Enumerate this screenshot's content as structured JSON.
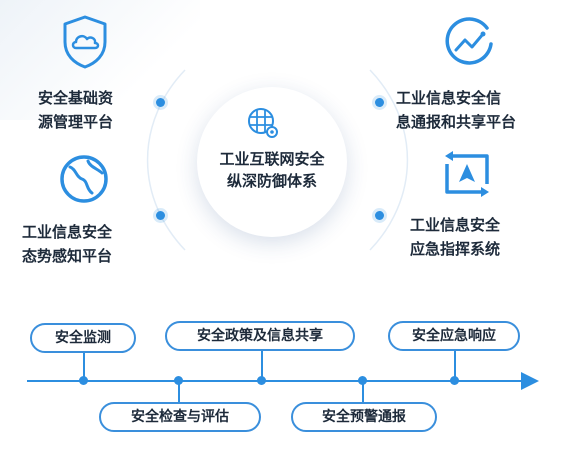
{
  "center": {
    "line1": "工业互联网安全",
    "line2": "纵深防御体系"
  },
  "platforms": {
    "top_left": {
      "line1": "安全基础资",
      "line2": "源管理平台",
      "icon": "cloud-shield-icon"
    },
    "bottom_left": {
      "line1": "工业信息安全",
      "line2": "态势感知平台",
      "icon": "globe-icon"
    },
    "top_right": {
      "line1": "工业信息安全信",
      "line2": "息通报和共享平台",
      "icon": "trend-chart-icon"
    },
    "bottom_right": {
      "line1": "工业信息安全",
      "line2": "应急指挥系统",
      "icon": "command-arrow-icon"
    }
  },
  "timeline": {
    "above": [
      "安全监测",
      "安全政策及信息共享",
      "安全应急响应"
    ],
    "below": [
      "安全检查与评估",
      "安全预警通报"
    ]
  },
  "colors": {
    "accent": "#2c8ee0",
    "text": "#1d2a3a"
  }
}
